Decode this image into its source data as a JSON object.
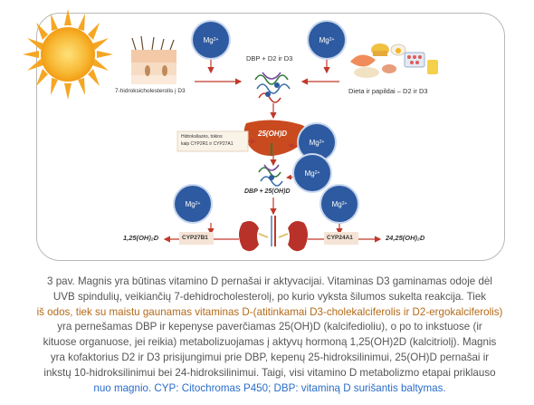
{
  "labels": {
    "skin": "7-hidroksicholesterolis į D3",
    "dbp_d2_d3": "DBP + D2 ir D3",
    "diet": "Dieta ir papildai – D2 ir D3",
    "liver_metabolite": "25(OH)D",
    "enzyme_note_line1": "Hidroksilazės, tokios",
    "enzyme_note_line2": "kaip CYP2R1 ir CYP27A1",
    "dbp_25ohd": "DBP + 25(OH)D",
    "left_product": "1,25(OH)₂D",
    "cyp27b1": "CYP27B1",
    "cyp24a1": "CYP24A1",
    "right_product": "24,25(OH)₂D",
    "mg": "Mg",
    "mg_charge": "2+"
  },
  "caption": {
    "line1": "3 pav. Magnis yra būtinas vitamino D pernašai ir aktyvacijai. Vitaminas D3 gaminamas odoje dėl",
    "line2": "UVB spindulių, veikiančių 7-dehidrocholesterolį, po kurio vyksta šilumos sukelta reakcija. Tiek",
    "line3": "iš odos, tiek su maistu gaunamas vitaminas D-(atitinkamai D3-cholekalciferolis ir D2-ergokalciferolis)",
    "line4": "yra pernešamas DBP ir kepenyse paverčiamas 25(OH)D (kalcifedioliu), o po to inkstuose (ir",
    "line5": "kituose organuose, jei reikia) metabolizuojamas į aktyvų hormoną 1,25(OH)2D (kalcitriolį). Magnis",
    "line6": "yra kofaktorius D2 ir D3 prisijungimui prie DBP, kepenų 25-hidroksilinimui, 25(OH)D pernašai ir",
    "line7": "inkstų 10-hidroksilinimui bei 24-hidroksilinimui. Taigi, visi vitamino D metabolizmo etapai priklauso",
    "line8": "nuo magnio. CYP: Citochromas P450; DBP: vitaminą D surišantis baltymas."
  },
  "colors": {
    "mg_circle": "#2d5aa0",
    "arrow": "#c0392b",
    "liver": "#c94a1f",
    "kidney": "#b8322a",
    "sun": "#f5a623",
    "caption_orange": "#b46a18",
    "caption_blue": "#2a6cc9"
  }
}
